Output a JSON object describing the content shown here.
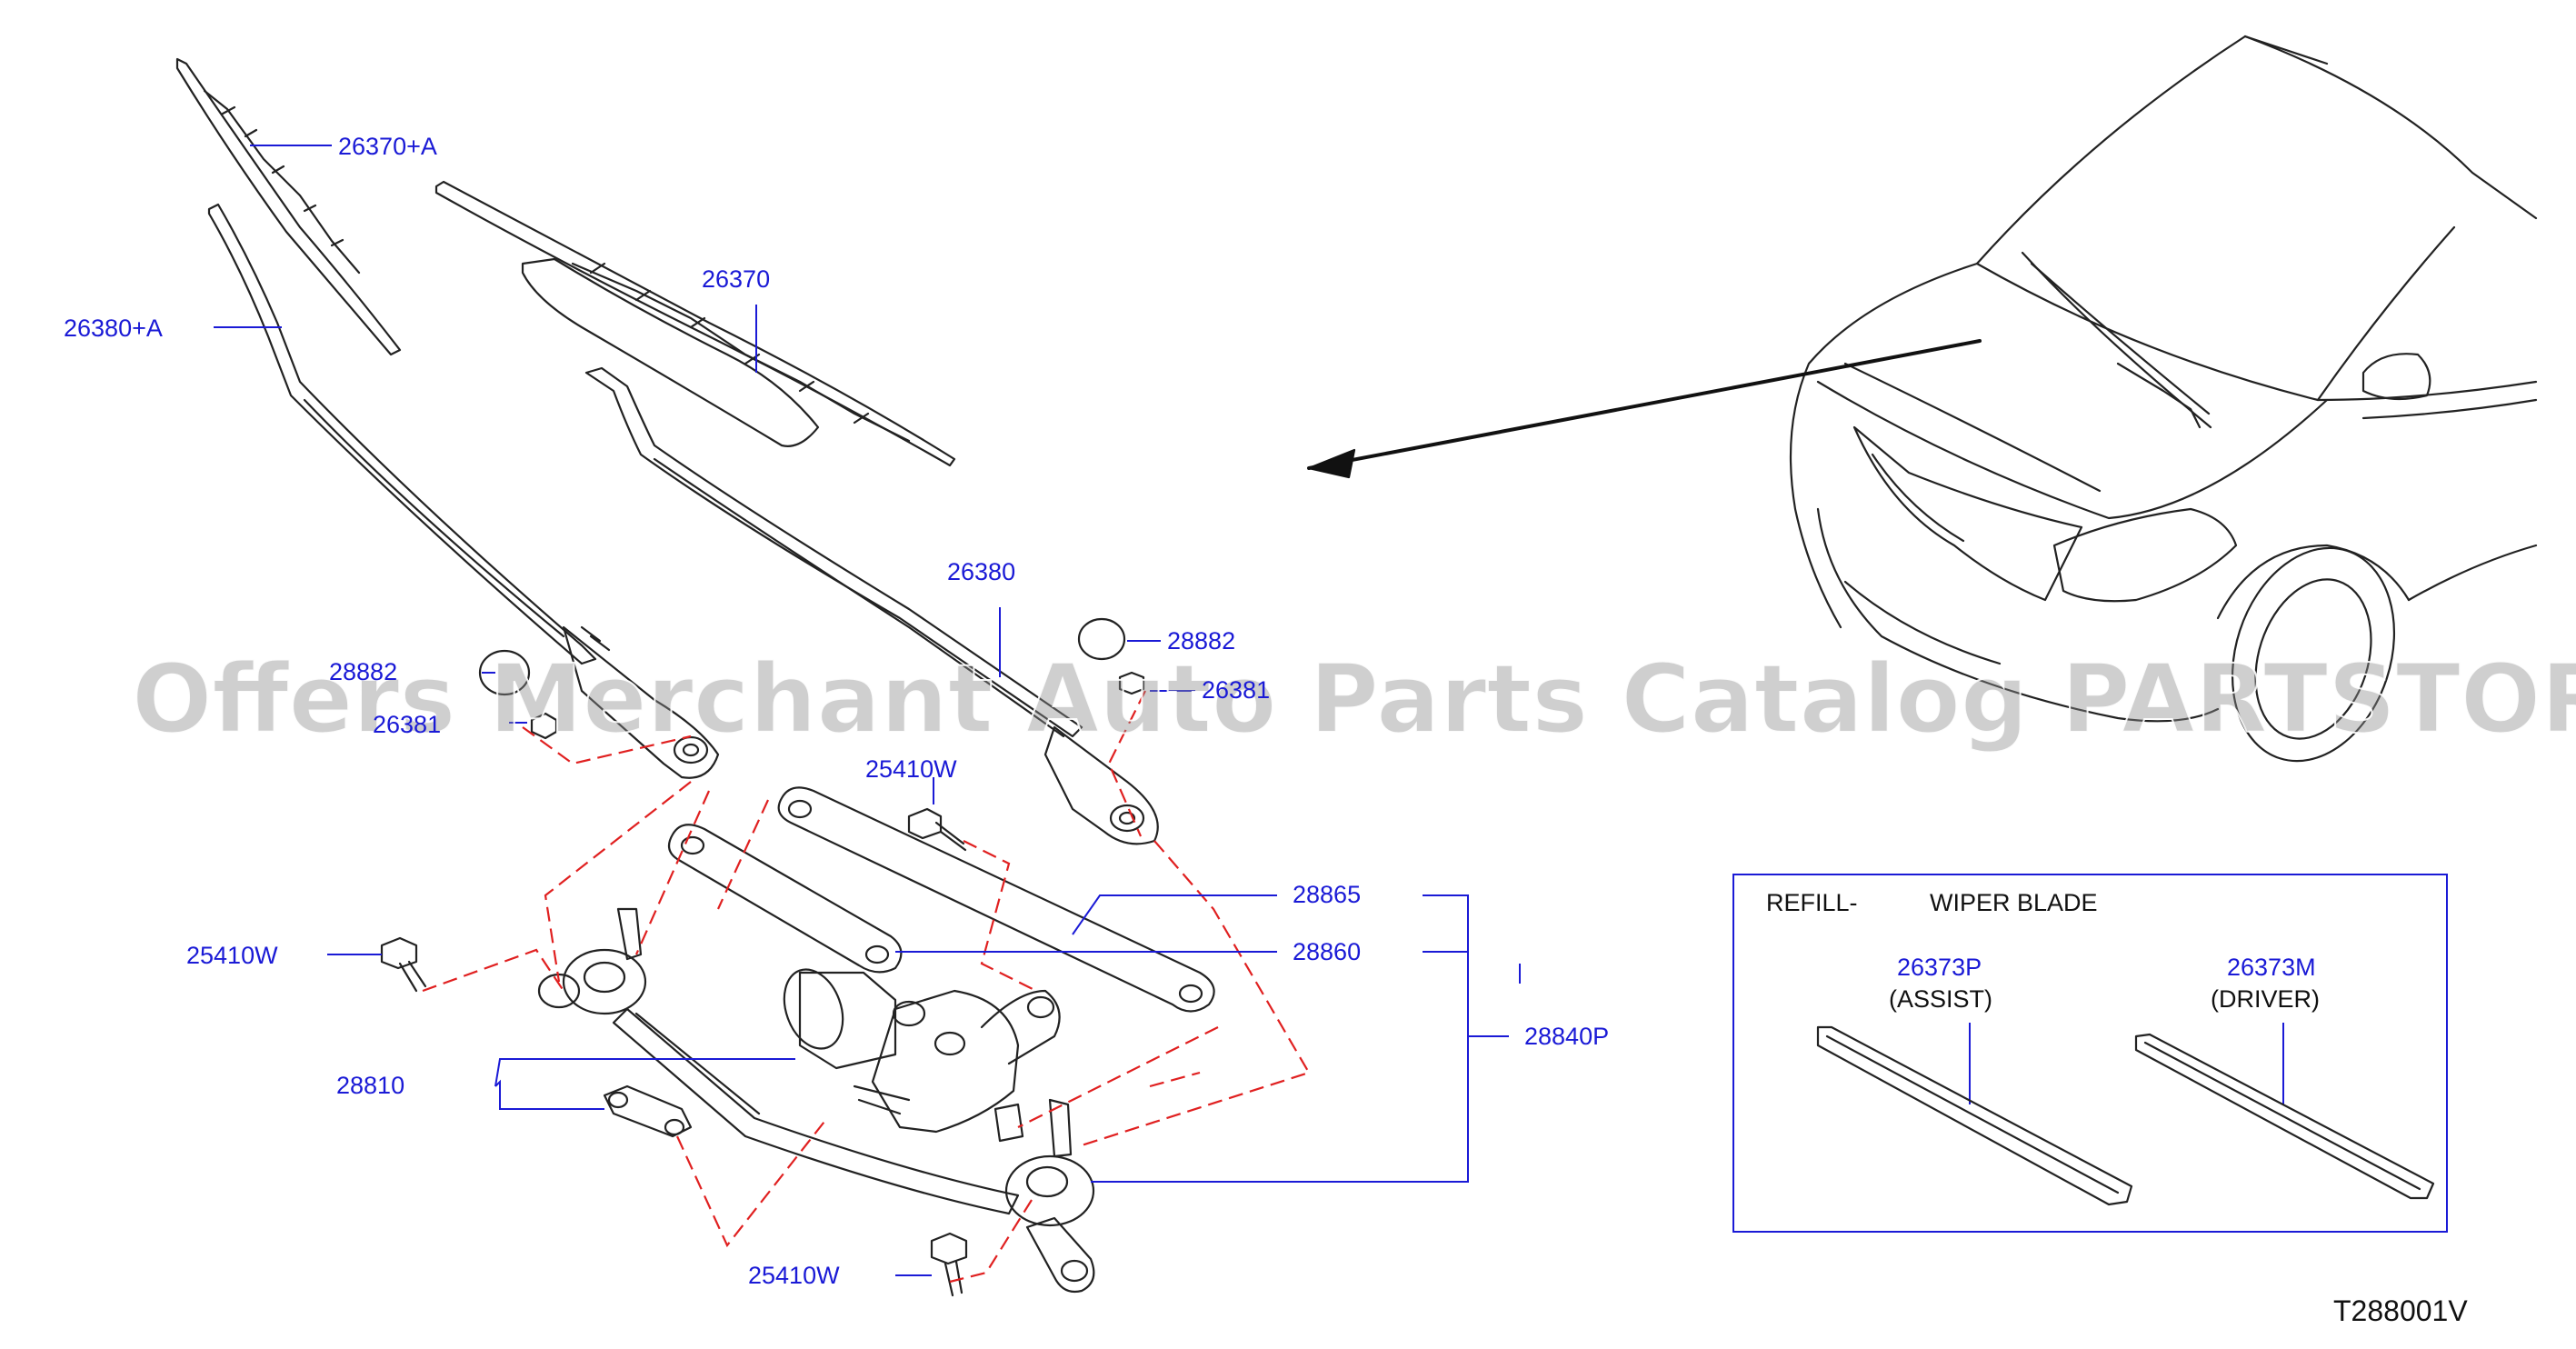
{
  "callouts": {
    "blade_assist_a": "26370+A",
    "arm_assist_a": "26380+A",
    "blade_driver": "26370",
    "arm_driver": "26380",
    "cap_right": "28882",
    "cap_left": "28882",
    "nut_left": "26381",
    "nut_right": "26381",
    "bolt_top": "25410W",
    "bolt_left": "25410W",
    "bolt_bottom": "25410W",
    "link_upper": "28865",
    "link_lower": "28860",
    "motor": "28810",
    "assembly": "28840P"
  },
  "refill_box": {
    "title_left": "REFILL-",
    "title_right": "WIPER   BLADE",
    "assist_code": "26373P",
    "assist_note": "(ASSIST)",
    "driver_code": "26373M",
    "driver_note": "(DRIVER)"
  },
  "diagram_code": "T288001V",
  "watermark": "Offers Merchant Auto Parts Catalog PARTSTORE.SA",
  "colors": {
    "callout_blue": "#1a1ad6",
    "dash_red": "#e02020",
    "line_black": "#222222"
  }
}
